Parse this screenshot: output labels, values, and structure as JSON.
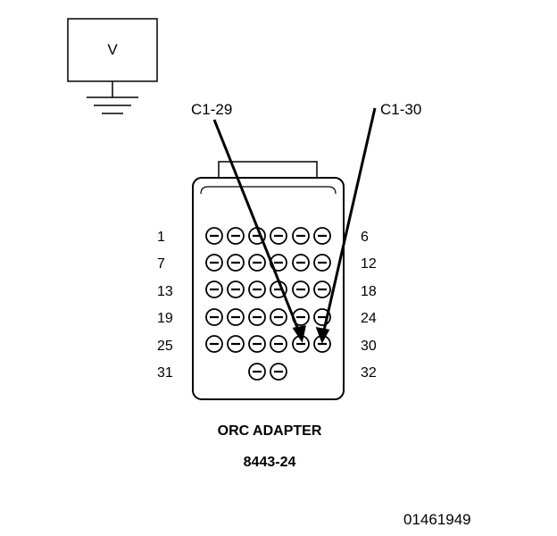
{
  "meter": {
    "label": "V"
  },
  "probes": {
    "left": "C1-29",
    "right": "C1-30"
  },
  "connector": {
    "rows": [
      {
        "left": "1",
        "right": "6"
      },
      {
        "left": "7",
        "right": "12"
      },
      {
        "left": "13",
        "right": "18"
      },
      {
        "left": "19",
        "right": "24"
      },
      {
        "left": "25",
        "right": "30"
      },
      {
        "left": "31",
        "right": "32"
      }
    ]
  },
  "adapter": {
    "name": "ORC ADAPTER",
    "part_number": "8443-24"
  },
  "figure_id": "01461949"
}
